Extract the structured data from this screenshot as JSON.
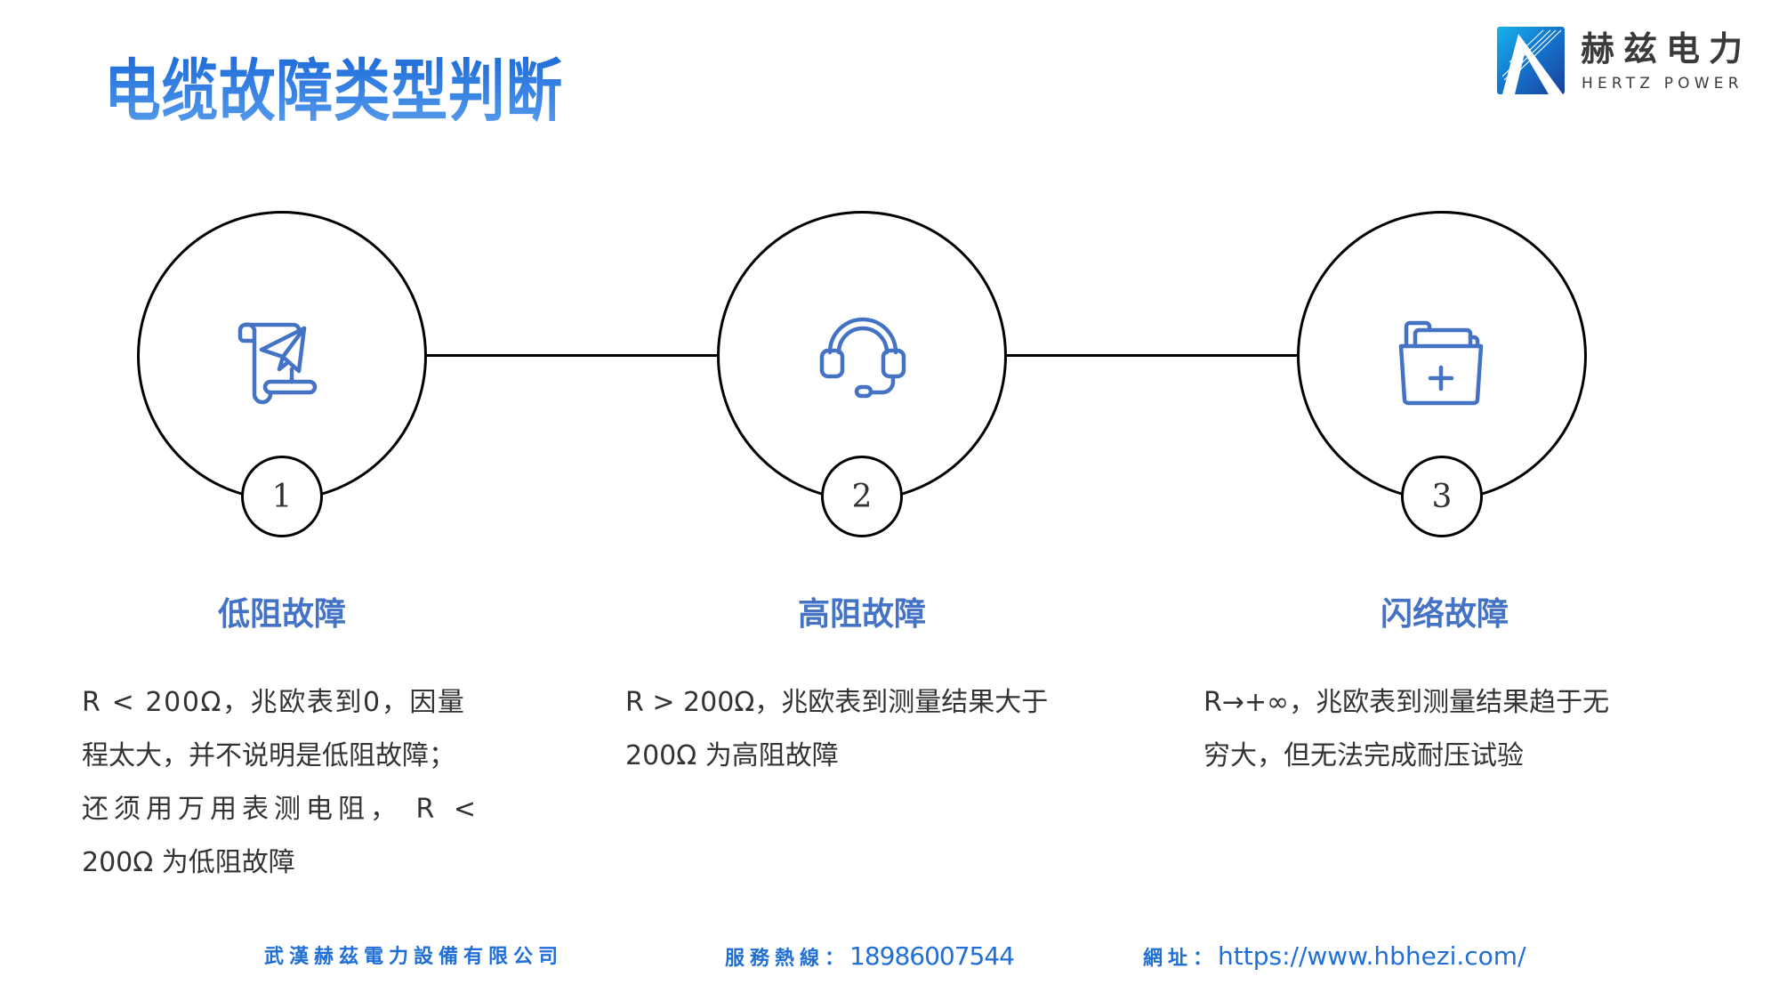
{
  "title": "电缆故障类型判断",
  "logo": {
    "name_cn": "赫兹电力",
    "name_en": "HERTZ POWER"
  },
  "colors": {
    "title_gradient_top": "#1d6ad8",
    "title_gradient_bottom": "#5b9deb",
    "heading": "#4472c4",
    "icon": "#4472c4",
    "body_text": "#333333",
    "footer": "#1f6fd6",
    "outline": "#000000"
  },
  "steps": [
    {
      "number": "1",
      "icon": "scroll-paper-plane-icon",
      "heading": "低阻故障",
      "lines": [
        "R < 200Ω，兆欧表到0，因量",
        "程太大，并不说明是低阻故障；",
        "还须用万用表测电阻， R <",
        "200Ω 为低阻故障"
      ]
    },
    {
      "number": "2",
      "icon": "headset-icon",
      "heading": "高阻故障",
      "lines": [
        "R > 200Ω，兆欧表到测量结果大于",
        "200Ω 为高阻故障"
      ]
    },
    {
      "number": "3",
      "icon": "folder-plus-icon",
      "heading": "闪络故障",
      "lines": [
        "R→+∞，兆欧表到测量结果趋于无",
        "穷大，但无法完成耐压试验"
      ]
    }
  ],
  "footer": {
    "company": "武漢赫茲電力設備有限公司",
    "hotline_label": "服務熱線：",
    "hotline_value": "18986007544",
    "website_label": "網址：",
    "website_value": "https://www.hbhezi.com/"
  }
}
